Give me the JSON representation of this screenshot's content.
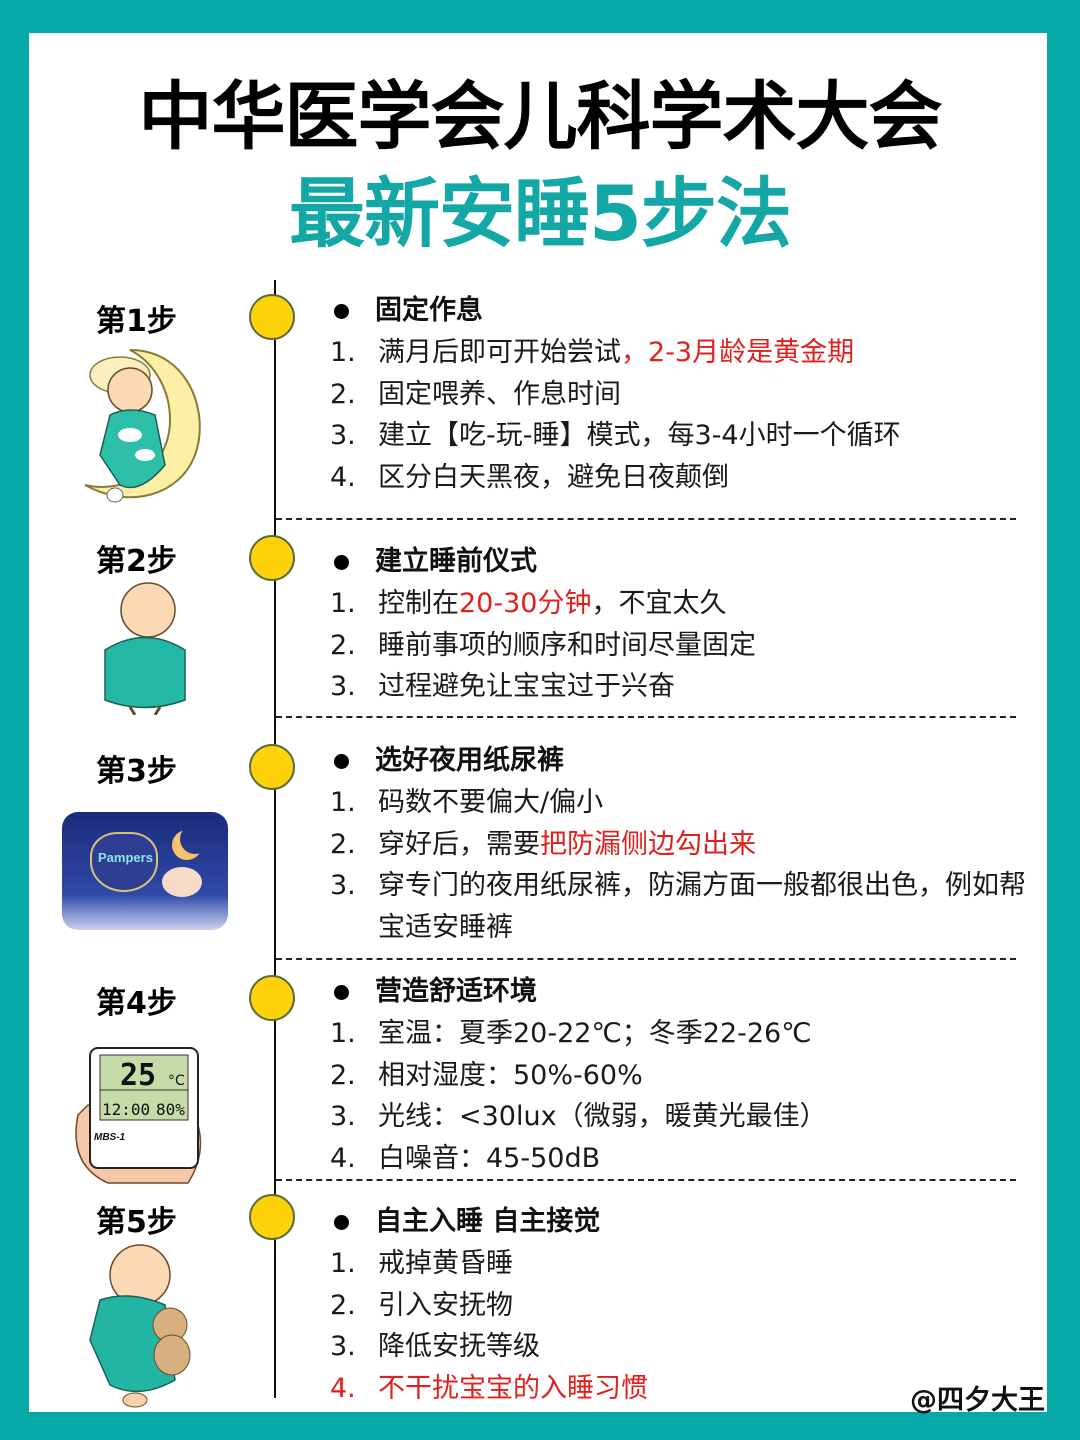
{
  "header": {
    "title": "中华医学会儿科学术大会",
    "subtitle": "最新安睡5步法"
  },
  "colors": {
    "frame": "#05AAA8",
    "subtitle": "#13A8A6",
    "highlight": "#E1201E",
    "timeline_dot": "#FDD20B"
  },
  "steps": [
    {
      "label": "第1步",
      "illustration": "baby-sleeping-on-moon",
      "heading": "固定作息",
      "items": [
        {
          "num": "1.",
          "text": "满月后即可开始尝试",
          "highlight": "，2-3月龄是黄金期",
          "after": ""
        },
        {
          "num": "2.",
          "text": "固定喂养、作息时间",
          "highlight": "",
          "after": ""
        },
        {
          "num": "3.",
          "text": "建立【吃-玩-睡】模式，每3-4小时一个循环",
          "highlight": "",
          "after": ""
        },
        {
          "num": "4.",
          "text": "区分白天黑夜，避免日夜颠倒",
          "highlight": "",
          "after": ""
        }
      ]
    },
    {
      "label": "第2步",
      "illustration": "swaddled-baby",
      "heading": "建立睡前仪式",
      "items": [
        {
          "num": "1.",
          "text": "控制在",
          "highlight": "20-30分钟",
          "after": "，不宜太久"
        },
        {
          "num": "2.",
          "text": "睡前事项的顺序和时间尽量固定",
          "highlight": "",
          "after": ""
        },
        {
          "num": "3.",
          "text": "过程避免让宝宝过于兴奋",
          "highlight": "",
          "after": ""
        }
      ]
    },
    {
      "label": "第3步",
      "illustration": "pampers-night-diaper-pack",
      "heading": "选好夜用纸尿裤",
      "items": [
        {
          "num": "1.",
          "text": "码数不要偏大/偏小",
          "highlight": "",
          "after": ""
        },
        {
          "num": "2.",
          "text": "穿好后，需要",
          "highlight": "把防漏侧边勾出来",
          "after": ""
        },
        {
          "num": "3.",
          "text": "穿专门的夜用纸尿裤，防漏方面一般都很出色，例如帮宝适安睡裤",
          "highlight": "",
          "after": ""
        }
      ]
    },
    {
      "label": "第4步",
      "illustration": "hand-holding-thermo-hygrometer",
      "device": {
        "temp": "25",
        "unit": "°C",
        "time": "12:00",
        "humidity": "80",
        "model": "MBS-1"
      },
      "heading": "营造舒适环境",
      "items": [
        {
          "num": "1.",
          "text": "室温：夏季20-22℃；冬季22-26℃",
          "highlight": "",
          "after": ""
        },
        {
          "num": "2.",
          "text": "相对湿度：50%-60%",
          "highlight": "",
          "after": ""
        },
        {
          "num": "3.",
          "text": "光线：<30lux（微弱，暖黄光最佳）",
          "highlight": "",
          "after": ""
        },
        {
          "num": "4.",
          "text": "白噪音：45-50dB",
          "highlight": "",
          "after": ""
        }
      ]
    },
    {
      "label": "第5步",
      "illustration": "baby-hugging-teddy-bear",
      "heading": "自主入睡 自主接觉",
      "items": [
        {
          "num": "1.",
          "text": "戒掉黄昏睡",
          "highlight": "",
          "after": ""
        },
        {
          "num": "2.",
          "text": "引入安抚物",
          "highlight": "",
          "after": ""
        },
        {
          "num": "3.",
          "text": "降低安抚等级",
          "highlight": "",
          "after": ""
        },
        {
          "num": "4.",
          "text": "",
          "highlight": "不干扰宝宝的入睡习惯",
          "after": ""
        }
      ]
    }
  ],
  "watermark": "@四夕大王"
}
